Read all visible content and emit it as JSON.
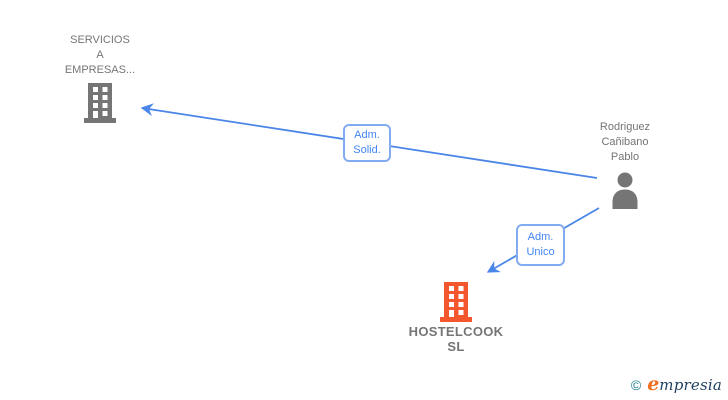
{
  "diagram": {
    "entities": [
      {
        "id": "servicios-a-empresas",
        "type": "company",
        "label_lines": [
          "SERVICIOS",
          "A",
          "EMPRESAS..."
        ],
        "icon": "building-icon",
        "icon_color": "#757575"
      },
      {
        "id": "rodriguez-canibano-pablo",
        "type": "person",
        "label_lines": [
          "Rodriguez",
          "Cañibano",
          "Pablo"
        ],
        "icon": "person-icon",
        "icon_color": "#757575"
      },
      {
        "id": "hostelcook-sl",
        "type": "company",
        "label_lines": [
          "HOSTELCOOK",
          "SL"
        ],
        "icon": "building-icon",
        "icon_color": "#f4572e"
      }
    ],
    "edges": [
      {
        "from": "rodriguez-canibano-pablo",
        "to": "servicios-a-empresas",
        "label_lines": [
          "Adm.",
          "Solid."
        ]
      },
      {
        "from": "rodriguez-canibano-pablo",
        "to": "hostelcook-sl",
        "label_lines": [
          "Adm.",
          "Unico"
        ]
      }
    ],
    "colors": {
      "edge": "#4a86e8",
      "edge_label_text": "#4285f4",
      "edge_label_border": "#82abf2",
      "entity_text": "#757575",
      "company_highlight": "#f4572e"
    }
  },
  "footer": {
    "copyright_symbol": "©",
    "brand_first_letter": "e",
    "brand_rest": "mpresia"
  }
}
